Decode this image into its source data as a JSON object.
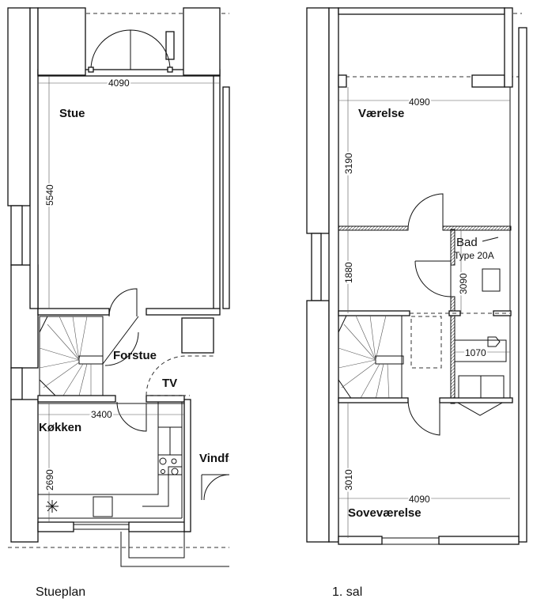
{
  "ground_floor": {
    "caption": "Stueplan",
    "rooms": {
      "stue": "Stue",
      "forstue": "Forstue",
      "tv": "TV",
      "kokken": "Køkken",
      "vindfang": "Vindfang"
    },
    "dimensions": {
      "stue_width": "4090",
      "stue_depth": "5540",
      "kokken_width": "3400",
      "kokken_depth": "2690"
    }
  },
  "first_floor": {
    "caption": "1. sal",
    "rooms": {
      "vaerelse": "Værelse",
      "bad": "Bad",
      "bad_type": "Type 20A",
      "sovevaerelse": "Soveværelse"
    },
    "dimensions": {
      "vaerelse_width": "4090",
      "vaerelse_depth": "3190",
      "hall_depth": "1880",
      "bad_depth": "3090",
      "bad_width": "1070",
      "sove_depth": "3010",
      "sove_width": "4090"
    }
  }
}
